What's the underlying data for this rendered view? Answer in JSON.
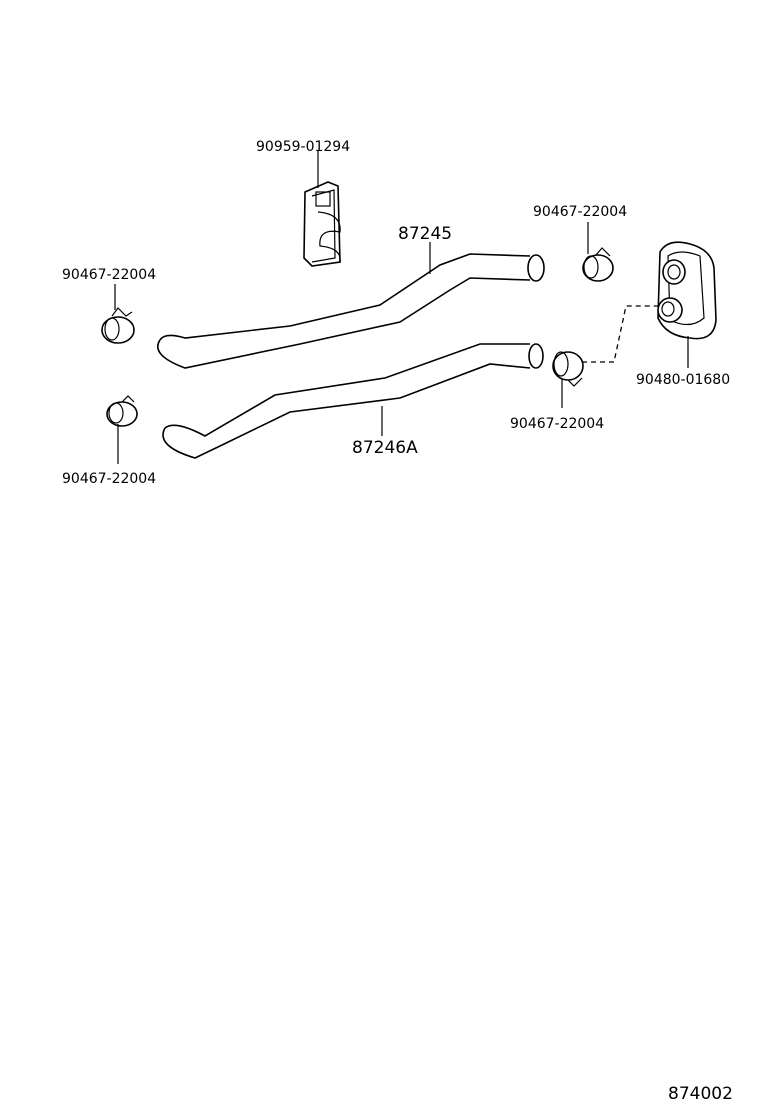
{
  "diagram": {
    "figure_number": "874002",
    "parts": {
      "clamp_holder": "90959-01294",
      "hose_upper": "87245",
      "hose_lower": "87246A",
      "clamp_upper_left": "90467-22004",
      "clamp_lower_left": "90467-22004",
      "clamp_upper_right": "90467-22004",
      "clamp_lower_right": "90467-22004",
      "grommet": "90480-01680"
    }
  }
}
